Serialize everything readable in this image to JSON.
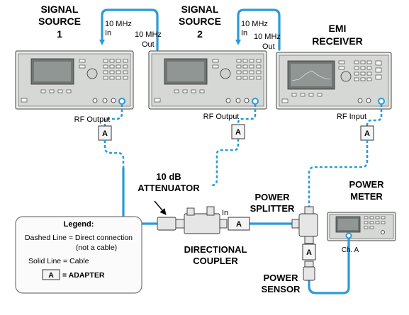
{
  "instruments": {
    "source1": {
      "title1": "SIGNAL",
      "title2": "SOURCE",
      "title3": "1",
      "port_label": "RF Output"
    },
    "source2": {
      "title1": "SIGNAL",
      "title2": "SOURCE",
      "title3": "2",
      "port_label": "RF Output"
    },
    "receiver": {
      "title1": "EMI",
      "title2": "RECEIVER",
      "port_label": "RF Input"
    },
    "power_meter": {
      "title1": "POWER",
      "title2": "METER",
      "port_label": "Ch. A"
    }
  },
  "ref_labels": {
    "in1_a": "10 MHz",
    "in1_b": "In",
    "out1_a": "10 MHz",
    "out1_b": "Out",
    "in2_a": "10 MHz",
    "in2_b": "In",
    "out2_a": "10 MHz",
    "out2_b": "Out"
  },
  "components": {
    "attenuator_a": "10 dB",
    "attenuator_b": "ATTENUATOR",
    "coupler_a": "DIRECTIONAL",
    "coupler_b": "COUPLER",
    "coupler_in": "In",
    "splitter_a": "POWER",
    "splitter_b": "SPLITTER",
    "sensor_a": "POWER",
    "sensor_b": "SENSOR"
  },
  "adapter_letter": "A",
  "legend": {
    "title": "Legend:",
    "dashed": "Dashed Line = Direct connection",
    "dashed_note": "(not a cable)",
    "solid": "Solid Line = Cable",
    "adapter_key": "= ADAPTER"
  },
  "colors": {
    "cable": "#2a9bd8"
  }
}
